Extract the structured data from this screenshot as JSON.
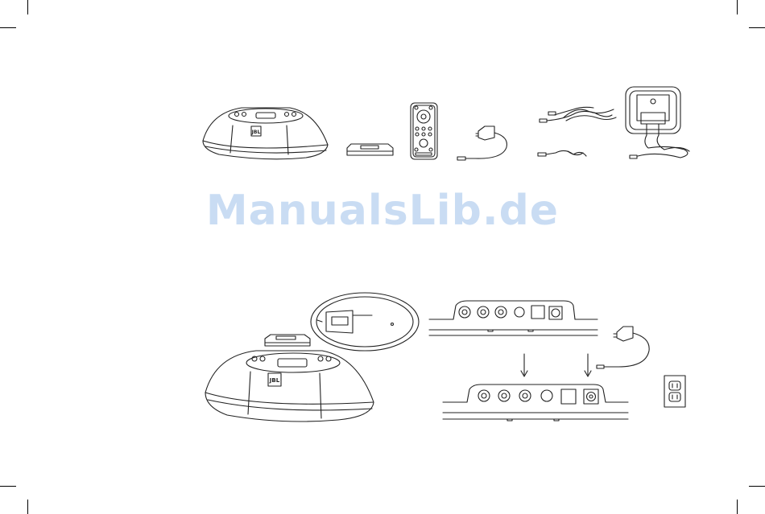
{
  "page": {
    "watermark_text": "ManualsLib.de"
  },
  "device_logo": "JBL",
  "colors": {
    "line": "#222222",
    "watermark": "#c9dcf3"
  },
  "illustrations": {
    "top_row": [
      "speaker-base",
      "dock-adapter",
      "remote-control",
      "power-adapter",
      "audio-cable",
      "video-cable",
      "fm-antenna"
    ],
    "bottom_left": [
      "speaker-base-with-dock",
      "dock-insert",
      "battery-compartment"
    ],
    "bottom_right": [
      "rear-panel-before",
      "rear-panel-after",
      "power-adapter",
      "wall-outlet"
    ]
  }
}
